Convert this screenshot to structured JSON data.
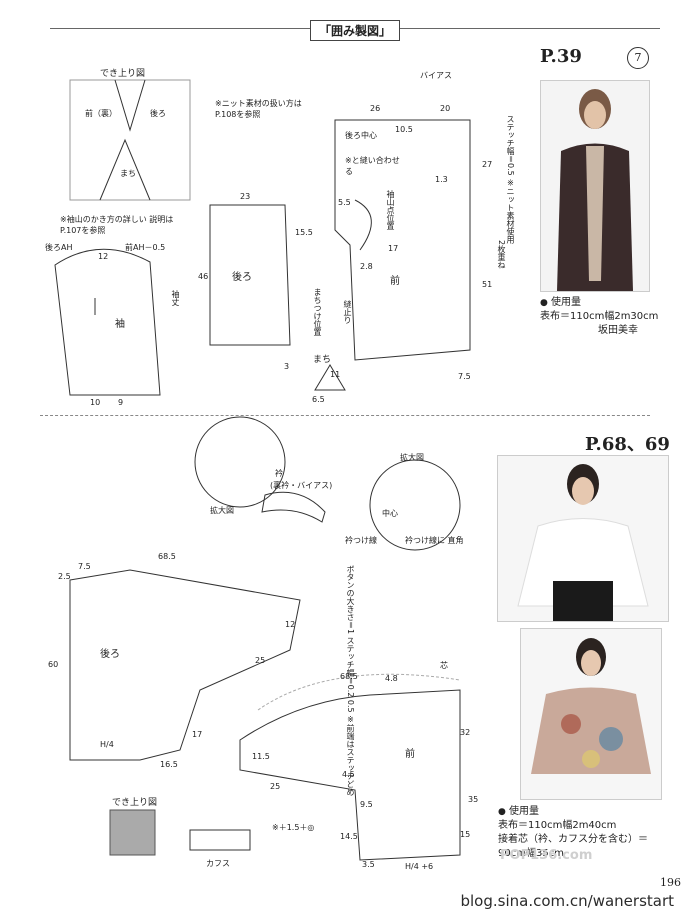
{
  "header": {
    "title": "「囲み製図」"
  },
  "section1": {
    "page_ref": "P.39",
    "circle_num": "7",
    "finished_label": "でき上り図",
    "front_label": "前（裏）",
    "back_label": "後ろ",
    "gusset_label": "まち",
    "knit_note": "※ニット素材の扱い方は P.108を参照",
    "sleeve_note": "※袖山のかき方の詳しい 説明はP.107を参照",
    "sleeve_label": "袖",
    "back_body_label": "後ろ",
    "front_body_label": "前",
    "machi_title": "まち",
    "bias_label": "バイアス",
    "stitch_note": "ステッチ幅＝0.5 ※ニット素材使用",
    "back_center": "後ろ中心",
    "align_note": "※と縫い合わせる",
    "shoulder_pos": "袖山点位置",
    "machi_attach": "まちつけ位置",
    "sew_stop": "縫止り",
    "two_layer": "2枚重ね",
    "usage_title": "使用量",
    "fabric": "表布＝110cm幅2m30cm",
    "author": "坂田美幸",
    "dims": {
      "d26": "26",
      "d20": "20",
      "d23": "23",
      "d46": "46",
      "d12": "12",
      "d11": "11",
      "d10": "10",
      "d9": "9",
      "d27": "27",
      "d51": "51",
      "d17": "17",
      "d7_5": "7.5",
      "d15_5": "15.5",
      "d6_5": "6.5",
      "d3": "3",
      "d2_8": "2.8",
      "d1_3": "1.3",
      "d10_5": "10.5",
      "d5_5": "5.5"
    },
    "sleeve_ah_back": "後ろAH",
    "sleeve_ah_front": "前AH－0.5",
    "sleeve_length": "袖丈"
  },
  "section2": {
    "page_ref": "P.68、69",
    "collar_title": "衿",
    "collar_sub": "(裏衿・バイアス)",
    "zoom1": "拡大図",
    "zoom2": "拡大図",
    "center_label": "中心",
    "collar_line": "衿つけ線",
    "collar_line2": "衿つけ線に 直角",
    "button_note": "ボタンの大きさ＝1 ステッチ幅＝0.2 0.5 ※前端はステッチどめ",
    "back_label": "後ろ",
    "front_label": "前",
    "finished_label": "でき上り図",
    "cuff_label": "カフス",
    "core_label": "芯",
    "h4": "H/4",
    "h4plus6": "H/4 +6",
    "calc1": "※＋1.5＋◎",
    "usage_title": "使用量",
    "fabric": "表布＝110cm幅2m40cm",
    "interfacing": "接着芯（衿、カフス分を含む）＝ 90cm幅35cm",
    "dims": {
      "d68_5a": "68.5",
      "d68_5b": "68.5",
      "d60": "60",
      "d7_5": "7.5",
      "d2_5": "2.5",
      "d25a": "25",
      "d25b": "25",
      "d12": "12",
      "d16_5": "16.5",
      "d17": "17",
      "d11_5": "11.5",
      "d4_8": "4.8",
      "d32": "32",
      "d35": "35",
      "d15": "15",
      "d14_5": "14.5",
      "d9_5": "9.5",
      "d4_5": "4.5",
      "d3_5": "3.5"
    }
  },
  "footer": {
    "page_number": "196",
    "blog": "blog.sina.com.cn/wanerstart",
    "watermark": "POP136.com"
  }
}
